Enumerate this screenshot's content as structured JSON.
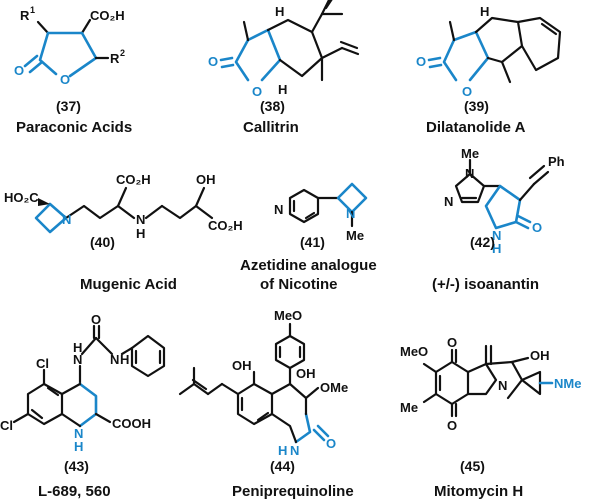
{
  "compounds": [
    {
      "number": "(37)",
      "name": "Paraconic Acids",
      "atoms": {
        "r1": "R",
        "r1_sup": "1",
        "r2": "R",
        "r2_sup": "2",
        "acid": "CO₂H",
        "o_ring": "O",
        "o_carbonyl": "O"
      }
    },
    {
      "number": "(38)",
      "name": "Callitrin",
      "atoms": {
        "h1": "H",
        "h2": "H",
        "o_ring": "O",
        "o_carbonyl": "O"
      }
    },
    {
      "number": "(39)",
      "name": "Dilatanolide A",
      "atoms": {
        "h1": "H",
        "o_ring": "O",
        "o_carbonyl": "O"
      }
    },
    {
      "number": "(40)",
      "name": "Mugenic Acid",
      "atoms": {
        "acid1": "HO₂C",
        "n1": "N",
        "acid2": "CO₂H",
        "nh": "N",
        "h": "H",
        "oh": "OH",
        "acid3": "CO₂H"
      }
    },
    {
      "number": "(41)",
      "name_line1": "Azetidine analogue",
      "name_line2": "of Nicotine",
      "atoms": {
        "n_pyr": "N",
        "n_az": "N",
        "me": "Me"
      }
    },
    {
      "number": "(42)",
      "name": "(+/-) isoanantin",
      "atoms": {
        "me": "Me",
        "n1": "N",
        "n2": "N",
        "ph": "Ph",
        "nh": "N",
        "h": "H",
        "o": "O"
      }
    },
    {
      "number": "(43)",
      "name": "L-689, 560",
      "atoms": {
        "o": "O",
        "nh1": "N",
        "h1": "H",
        "nh2": "N",
        "h2": "H",
        "cl1": "Cl",
        "cl2": "Cl",
        "nh3": "N",
        "h3": "H",
        "cooh": "COOH"
      }
    },
    {
      "number": "(44)",
      "name": "Peniprequinoline",
      "atoms": {
        "meo": "MeO",
        "oh1": "OH",
        "oh2": "OH",
        "ome": "OMe",
        "nh": "N",
        "h": "H",
        "o": "O"
      }
    },
    {
      "number": "(45)",
      "name": "Mitomycin H",
      "atoms": {
        "meo": "MeO",
        "me": "Me",
        "o1": "O",
        "o2": "O",
        "oh": "OH",
        "n": "N",
        "nme": "NMe"
      }
    }
  ]
}
